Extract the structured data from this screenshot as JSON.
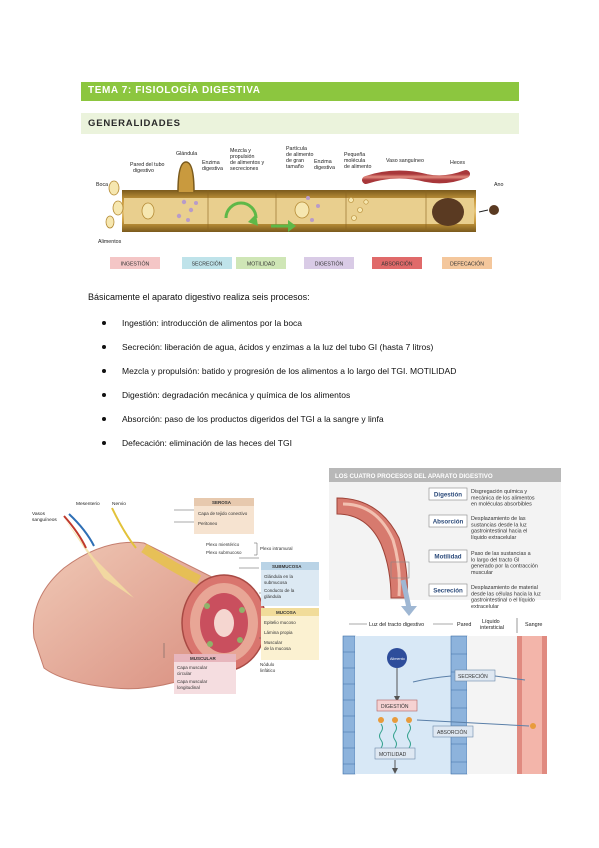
{
  "header": {
    "title": "TEMA 7: FISIOLOGÍA DIGESTIVA"
  },
  "section": {
    "title": "GENERALIDADES"
  },
  "fig1": {
    "labels": {
      "boca": "Boca",
      "alimentos": "Alimentos",
      "pared1": "Pared del tubo",
      "pared2": "digestivo",
      "glandula": "Glándula",
      "enzima1a": "Enzima",
      "enzima1b": "digestiva",
      "mezcla1": "Mezcla y",
      "mezcla2": "propulsión",
      "mezcla3": "de alimentos y",
      "mezcla4": "secreciones",
      "particula1": "Partícula",
      "particula2": "de alimento",
      "particula3": "de gran",
      "particula4": "tamaño",
      "enzima2a": "Enzima",
      "enzima2b": "digestiva",
      "pequena1": "Pequeña",
      "pequena2": "molécula",
      "pequena3": "de alimento",
      "vaso": "Vaso sanguíneo",
      "heces": "Heces",
      "ano": "Ano"
    },
    "processes": [
      {
        "label": "INGESTIÓN",
        "color": "#f4c6c6"
      },
      {
        "label": "SECRECIÓN",
        "color": "#bfe3ea"
      },
      {
        "label": "MOTILIDAD",
        "color": "#cfe6b6"
      },
      {
        "label": "DIGESTIÓN",
        "color": "#d9cbe6"
      },
      {
        "label": "ABSORCIÓN",
        "color": "#e06a6a"
      },
      {
        "label": "DEFECACIÓN",
        "color": "#f4c79c"
      }
    ]
  },
  "intro": "Básicamente el aparato digestivo realiza seis procesos:",
  "bullets": [
    "Ingestión: introducción de alimentos por la boca",
    "Secreción: liberación de agua, ácidos y enzimas a la luz del tubo GI (hasta 7 litros)",
    "Mezcla y propulsión: batido y progresión de los alimentos a lo largo del TGI. MOTILIDAD",
    "Digestión: degradación mecánica y química de los alimentos",
    "Absorción: paso de los productos digeridos del TGI a la sangre y linfa",
    "Defecación: eliminación de las heces del TGI"
  ],
  "fig2": {
    "vasos1": "Vasos",
    "vasos2": "sanguíneos",
    "mesenterio": "Mesenterio",
    "nervio": "Nervio",
    "serosa": {
      "title": "SEROSA",
      "items": [
        "Capa de tejido conectivo",
        "Peritoneo"
      ]
    },
    "plexo_mienterico": "Plexo mientérico",
    "plexo_submucoso": "Plexo submucoso",
    "plexo_intramural": "Plexo intramural",
    "submucosa": {
      "title": "SUBMUCOSA",
      "items": [
        "Glándula en la",
        "submucosa",
        "Conducto de la",
        "glándula"
      ]
    },
    "mucosa": {
      "title": "MUCOSA",
      "items": [
        "Epitelio mucoso",
        "Lámina propia",
        "Muscular",
        "de la mucosa"
      ]
    },
    "muscular": {
      "title": "MUSCULAR",
      "items": [
        "Capa muscular",
        "circular",
        "Capa muscular",
        "longitudinal"
      ]
    },
    "nodulo1": "Nódulo",
    "nodulo2": "linfático"
  },
  "fig3": {
    "title": "LOS CUATRO PROCESOS DEL APARATO DIGESTIVO",
    "rows": [
      {
        "name": "Digestión",
        "lines": [
          "Disgregación química y",
          "mecánica de los alimentos",
          "en moléculas absorbibles"
        ]
      },
      {
        "name": "Absorción",
        "lines": [
          "Desplazamiento de las",
          "sustancias desde la luz",
          "gastrointestinal hacia el",
          "líquido extracelular"
        ]
      },
      {
        "name": "Motilidad",
        "lines": [
          "Paso de las sustancias a",
          "lo largo del tracto GI",
          "generado por la contracción",
          "muscular"
        ]
      },
      {
        "name": "Secreción",
        "lines": [
          "Desplazamiento de material",
          "desde las células hacia la luz",
          "gastrointestinal o el líquido",
          "extracelular"
        ]
      }
    ],
    "col_luz": "Luz del tracto digestivo",
    "col_pared": "Pared",
    "col_liquido1": "Líquido",
    "col_liquido2": "intersticial",
    "col_sangre": "Sangre",
    "alimento": "Alimento",
    "secrecion": "SECRECIÓN",
    "digestion": "DIGESTIÓN",
    "absorcion": "ABSORCIÓN",
    "motilidad": "MOTILIDAD"
  }
}
